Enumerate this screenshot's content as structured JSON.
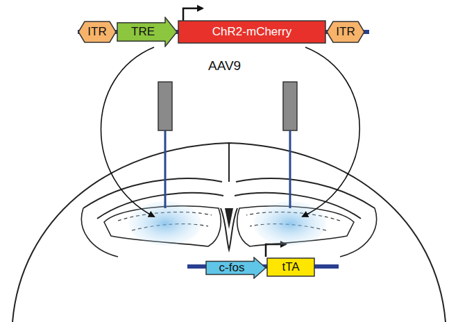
{
  "diagram": {
    "nodes": [
      {
        "text": [
          "ITR"
        ]
      },
      {
        "text": [
          "TRE"
        ]
      },
      {
        "text": [
          "ChR2-mCherry"
        ]
      },
      {
        "text": [
          "ITR"
        ]
      },
      {
        "text": [
          "c-fos"
        ]
      },
      {
        "text": [
          "tTA"
        ]
      }
    ],
    "labels": [
      "AAV9"
    ]
  }
}
